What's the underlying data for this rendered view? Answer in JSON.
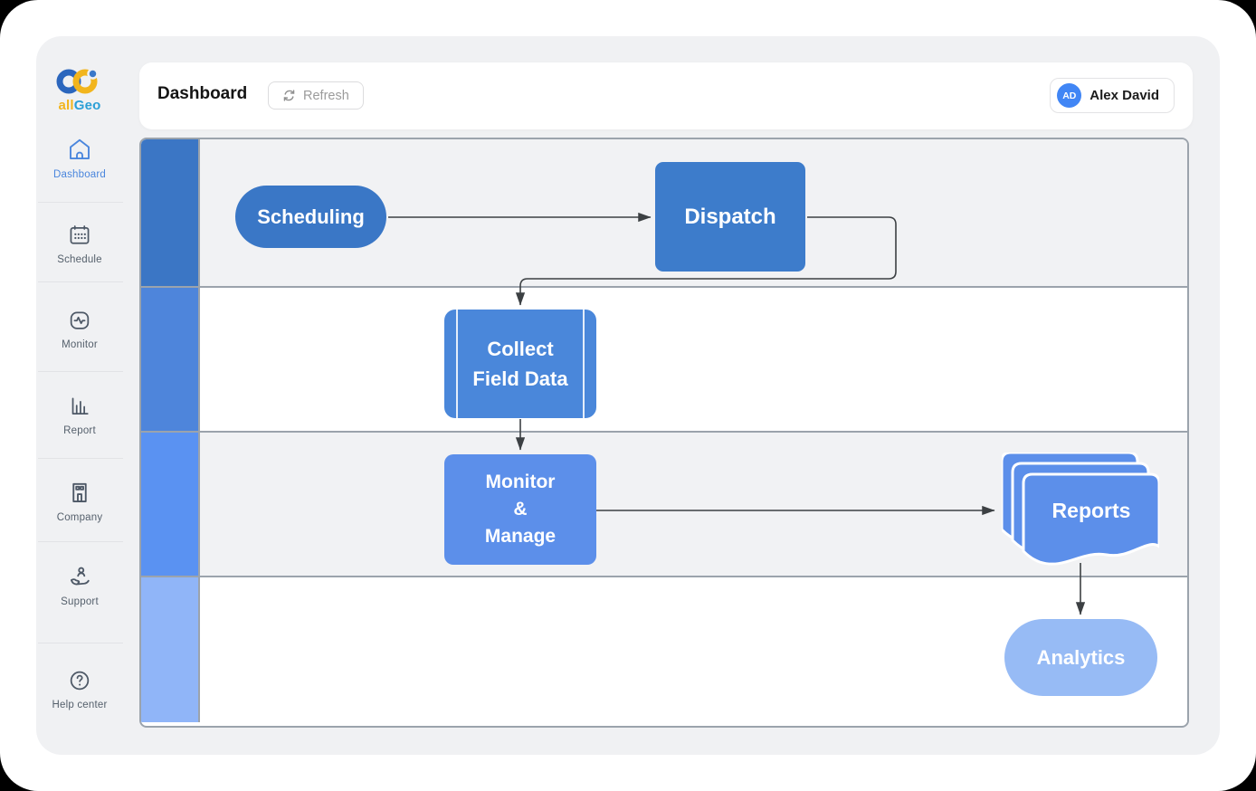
{
  "logo": {
    "all": "all",
    "geo": "Geo"
  },
  "header": {
    "title": "Dashboard",
    "refresh_label": "Refresh",
    "user": {
      "initials": "AD",
      "name": "Alex David"
    }
  },
  "sidebar": {
    "items": [
      {
        "label": "Dashboard",
        "icon": "home-icon",
        "active": true
      },
      {
        "label": "Schedule",
        "icon": "calendar-icon",
        "active": false
      },
      {
        "label": "Monitor",
        "icon": "pulse-icon",
        "active": false
      },
      {
        "label": "Report",
        "icon": "bar-chart-icon",
        "active": false
      },
      {
        "label": "Company",
        "icon": "building-icon",
        "active": false
      },
      {
        "label": "Support",
        "icon": "support-hand-icon",
        "active": false
      },
      {
        "label": "Help center",
        "icon": "question-icon",
        "active": false
      }
    ]
  },
  "flowchart": {
    "lanes": [
      {
        "color": "#3b76c5"
      },
      {
        "color": "#4e85db"
      },
      {
        "color": "#5a92f2"
      },
      {
        "color": "#90b5f8"
      }
    ],
    "nodes": {
      "scheduling": {
        "label": "Scheduling",
        "color": "#3a77c6",
        "shape": "stadium"
      },
      "dispatch": {
        "label": "Dispatch",
        "color": "#3d7ccb",
        "shape": "rounded-rect"
      },
      "collect": {
        "line1": "Collect",
        "line2": "Field Data",
        "color": "#4a87da",
        "shape": "predefined-process"
      },
      "monitor": {
        "line1": "Monitor",
        "line2": "&",
        "line3": "Manage",
        "color": "#5c8fea",
        "shape": "rounded-rect"
      },
      "reports": {
        "label": "Reports",
        "color": "#5c8fea",
        "shape": "multi-document"
      },
      "analytics": {
        "label": "Analytics",
        "color": "#97bbf5",
        "shape": "stadium"
      }
    }
  },
  "colors": {
    "accent_blue": "#4a86dd",
    "avatar_bg": "#4186f5",
    "logo_yellow": "#f2b51d",
    "logo_blue": "#2b9fd6"
  }
}
